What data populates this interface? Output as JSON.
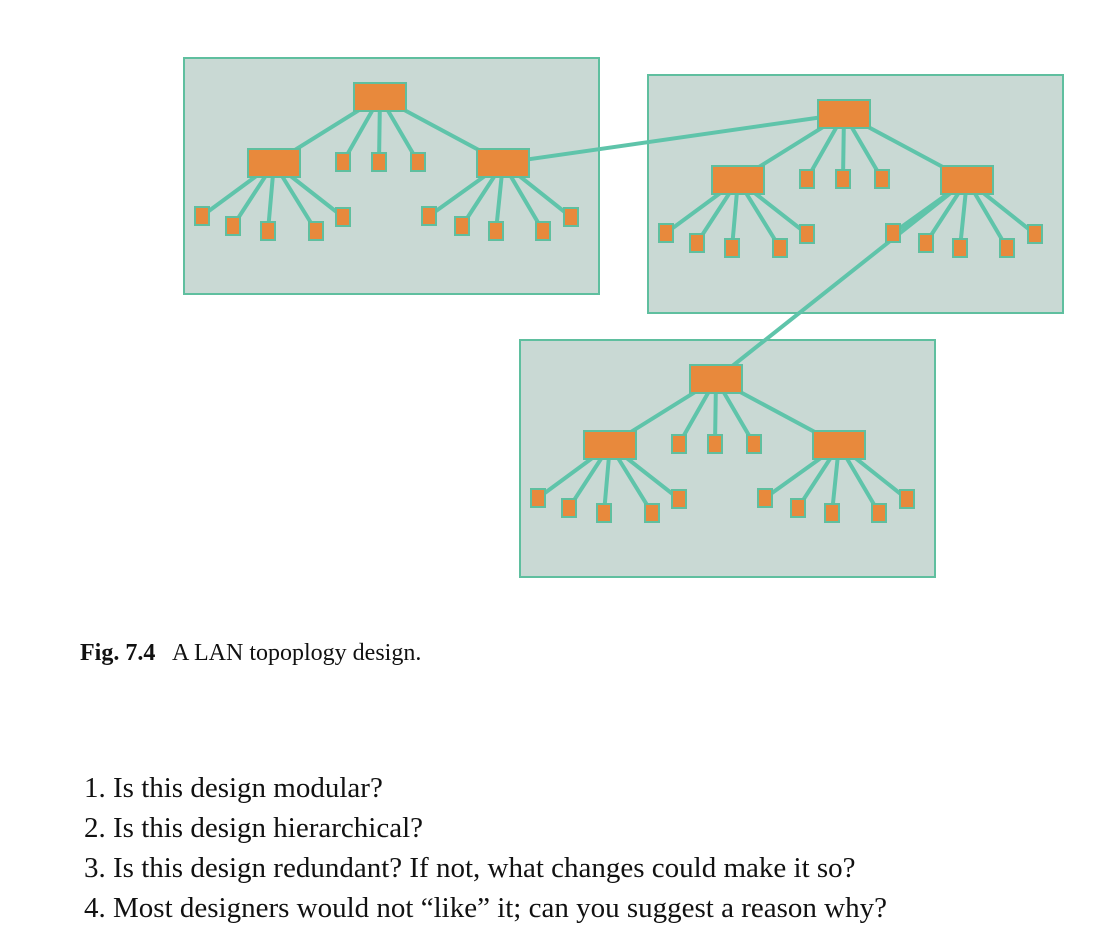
{
  "figure": {
    "label": "Fig. 7.4",
    "caption": "A LAN topoplogy design."
  },
  "diagram": {
    "colors": {
      "module_fill": "#c9d9d4",
      "module_border": "#5fbf9f",
      "link": "#5fc4aa",
      "node_fill": "#e8893c",
      "node_border": "#5fbf9f"
    },
    "modules": [
      {
        "name": "top-left"
      },
      {
        "name": "top-right"
      },
      {
        "name": "bottom"
      }
    ],
    "inter_module_links": [
      {
        "from": "top-left distribution switch (right)",
        "to": "top-right core switch"
      },
      {
        "from": "top-right distribution switch (right)",
        "to": "bottom core switch"
      }
    ]
  },
  "questions": [
    "1. Is this design modular?",
    "2. Is this design hierarchical?",
    "3. Is this design redundant? If not, what changes could make it so?",
    "4. Most designers would not “like” it; can you suggest a reason why?"
  ]
}
